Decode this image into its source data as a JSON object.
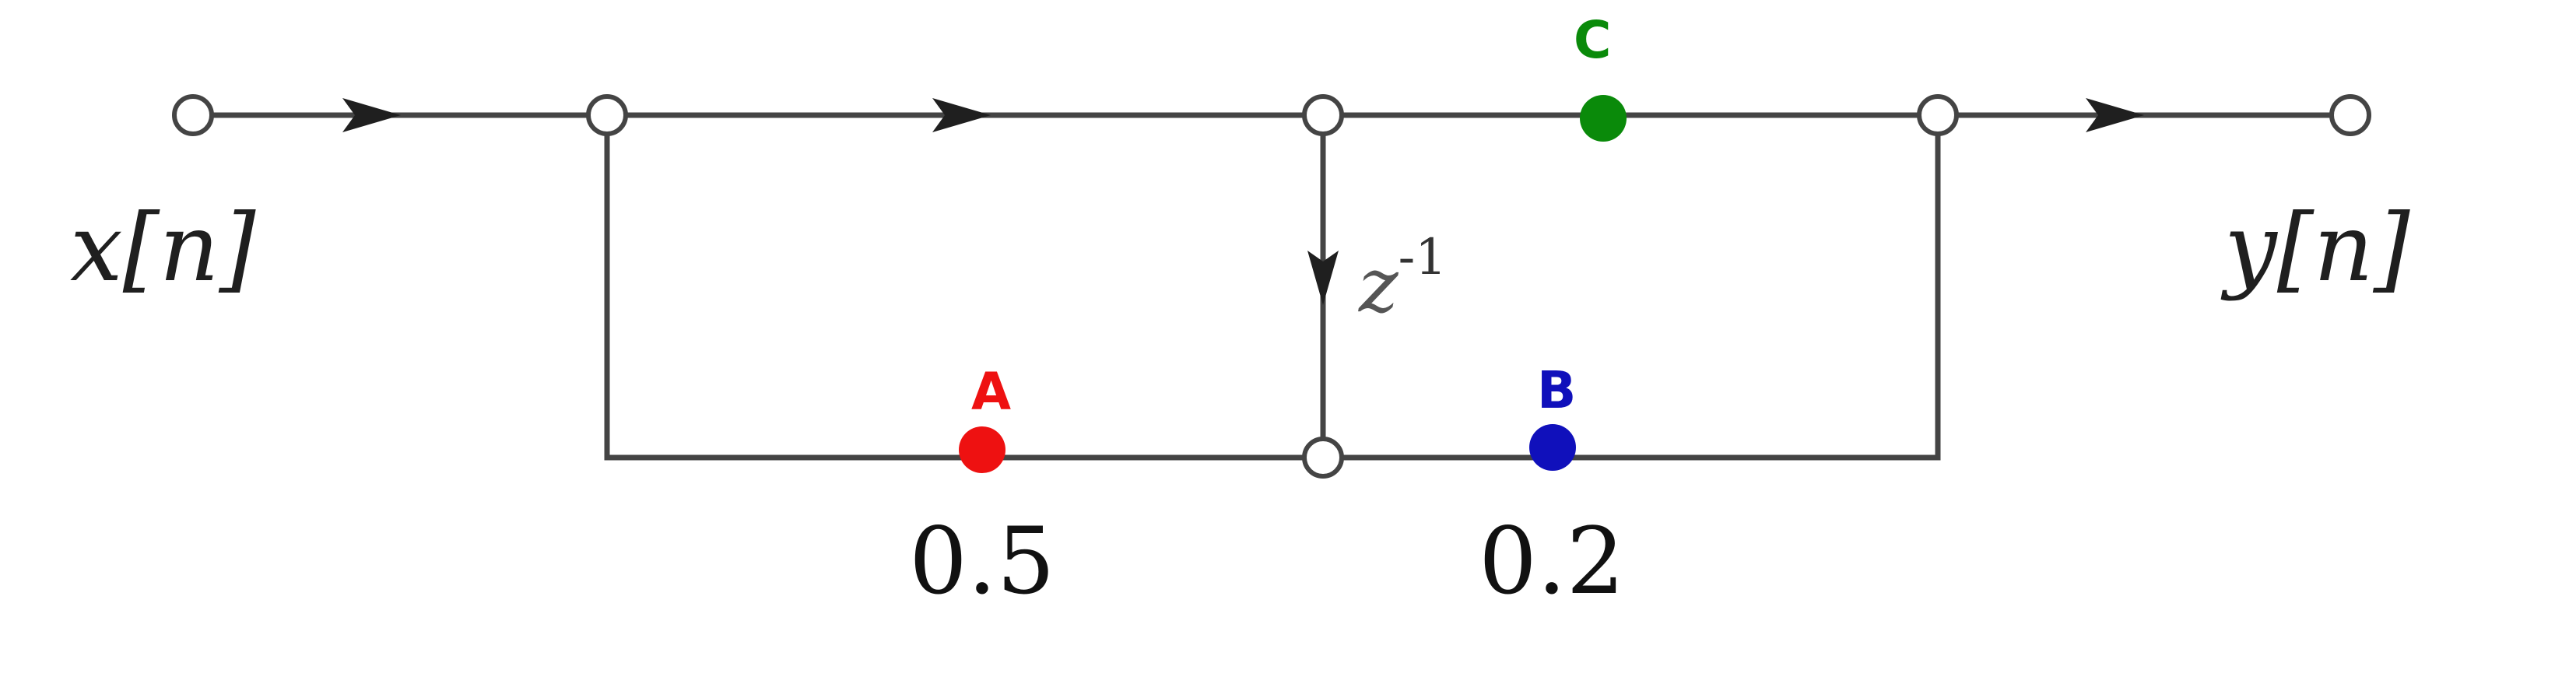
{
  "diagram": {
    "input_label": "x[n]",
    "output_label": "y[n]",
    "delay_symbol": "z",
    "delay_exponent": "-1",
    "gains": [
      "0.5",
      "0.2"
    ],
    "markers": [
      {
        "label": "A",
        "color": "#ee1111"
      },
      {
        "label": "B",
        "color": "#1010bb"
      },
      {
        "label": "C",
        "color": "#0a8a0a"
      }
    ]
  }
}
